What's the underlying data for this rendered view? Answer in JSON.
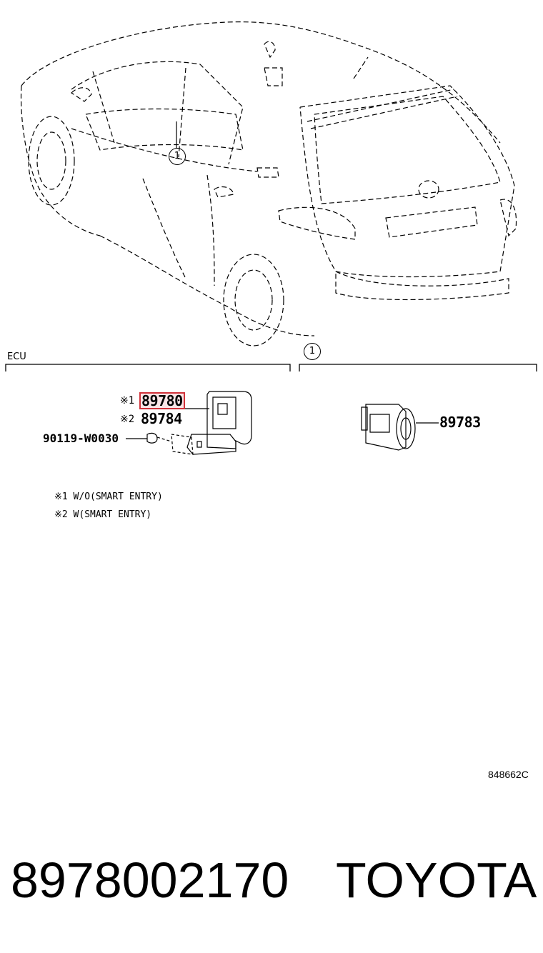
{
  "diagram": {
    "section_labels": {
      "left": "ECU",
      "right_marker": "1"
    },
    "callout_marker": "1",
    "parts": {
      "part_89780": {
        "marker": "※1",
        "number": "89780",
        "highlighted": true,
        "highlight_color": "#d0323a"
      },
      "part_89784": {
        "marker": "※2",
        "number": "89784"
      },
      "bolt": {
        "number": "90119-W0030"
      },
      "part_89783": {
        "number": "89783"
      }
    },
    "notes": [
      "※1 W/O(SMART ENTRY)",
      "※2 W(SMART ENTRY)"
    ],
    "drawing_code": "848662C"
  },
  "footer": {
    "part_number": "8978002170",
    "brand": "TOYOTA"
  }
}
